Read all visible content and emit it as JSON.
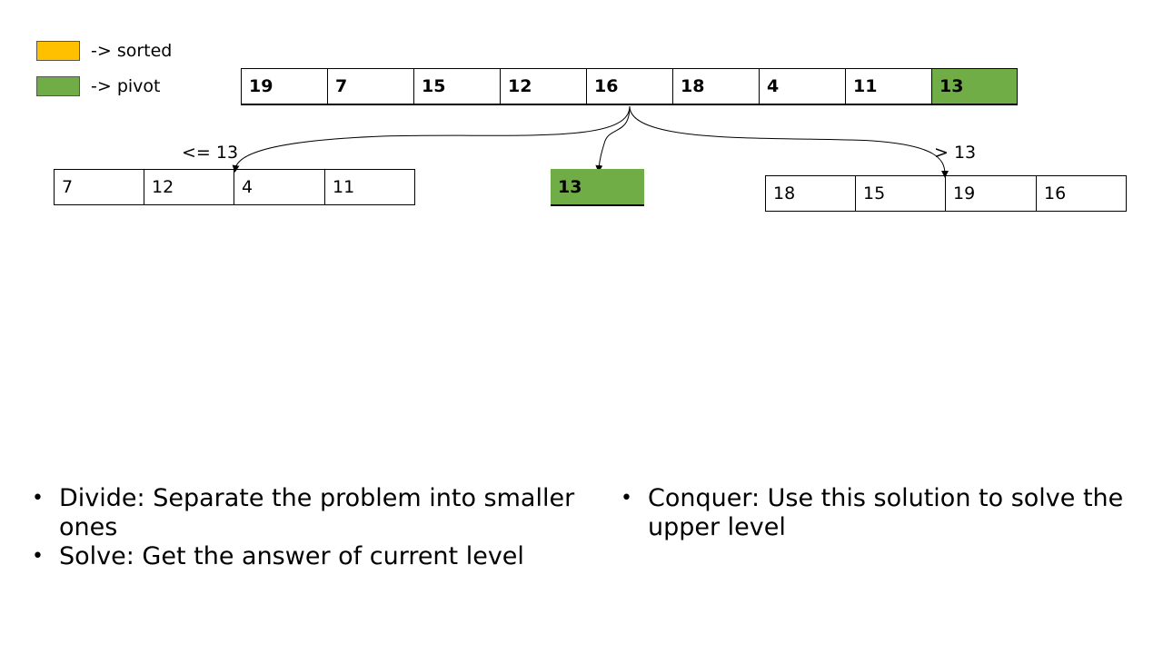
{
  "legend": [
    {
      "label": "-> sorted",
      "color": "#ffc000"
    },
    {
      "label": "-> pivot",
      "color": "#70ad47"
    }
  ],
  "original_array": [
    "19",
    "7",
    "15",
    "12",
    "16",
    "18",
    "4",
    "11",
    "13"
  ],
  "pivot_value": "13",
  "left_partition": {
    "label": "<= 13",
    "values": [
      "7",
      "12",
      "4",
      "11"
    ]
  },
  "right_partition": {
    "label": "> 13",
    "values": [
      "18",
      "15",
      "19",
      "16"
    ]
  },
  "bullets_left": [
    "Divide: Separate the problem into smaller ones",
    "Solve: Get the answer of current level"
  ],
  "bullets_right": [
    "Conquer: Use this solution to solve the upper level"
  ]
}
